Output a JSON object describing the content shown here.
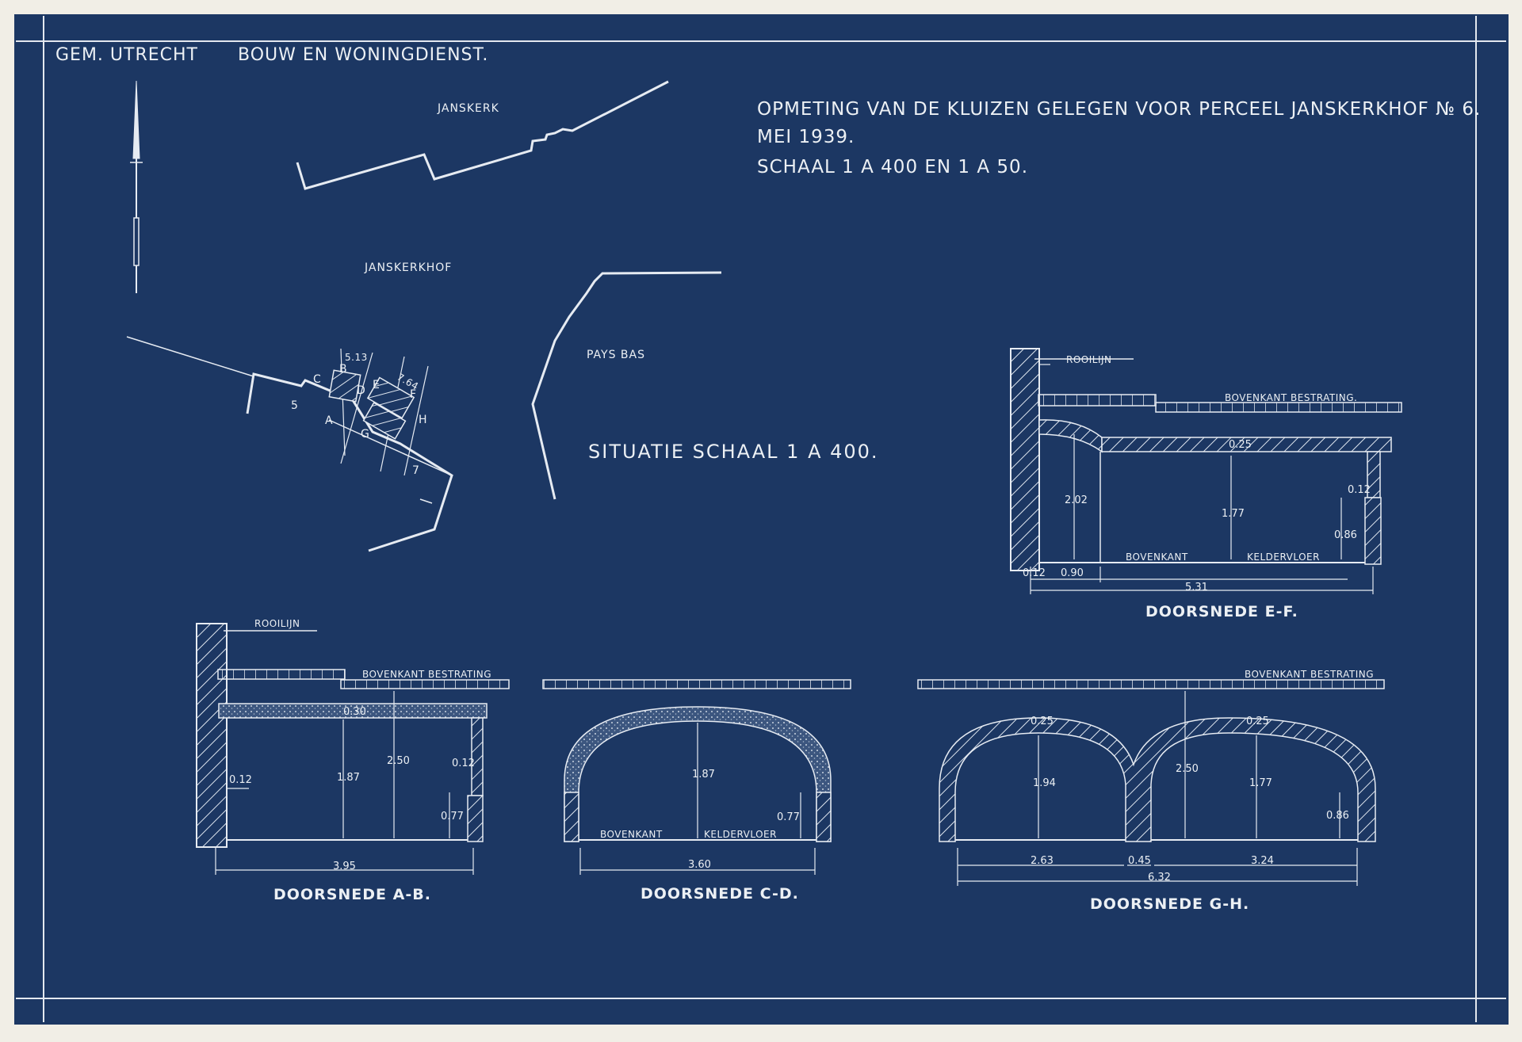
{
  "header": {
    "left": "GEM. UTRECHT",
    "department": "BOUW EN WONINGDIENST."
  },
  "title": {
    "line1": "OPMETING VAN DE KLUIZEN GELEGEN VOOR PERCEEL JANSKERKHOF № 6.",
    "line2": "MEI 1939.",
    "line3": "SCHAAL 1 A 400 EN 1 A 50."
  },
  "site_plan": {
    "labels": {
      "church": "JANSKERK",
      "square": "JANSKERKHOF",
      "building": "PAYS BAS"
    },
    "caption": "SITUATIE SCHAAL 1 A 400.",
    "dims": {
      "d1": "5.13",
      "d2": "7.64"
    },
    "letters": {
      "c": "C",
      "b": "B",
      "d": "D",
      "e": "E",
      "f": "F",
      "h": "H",
      "a": "A",
      "g": "G",
      "n5": "5",
      "n7": "7"
    }
  },
  "section_ef": {
    "caption": "DOORSNEDE E-F.",
    "rooilijn": "ROOILIJN",
    "paving": "BOVENKANT BESTRATING.",
    "floor_left": "BOVENKANT",
    "floor_right": "KELDERVLOER",
    "dims": {
      "a": "0.25",
      "b": "2.02",
      "c": "1.77",
      "d": "0.12",
      "e": "0.86",
      "f": "0.12",
      "g": "0.90",
      "h": "5.31"
    }
  },
  "section_ab": {
    "caption": "DOORSNEDE A-B.",
    "rooilijn": "ROOILIJN",
    "paving": "BOVENKANT BESTRATING",
    "dims": {
      "a": "0.30",
      "b": "1.87",
      "c": "2.50",
      "d": "0.12",
      "e": "0.12",
      "f": "0.77",
      "g": "3.95"
    }
  },
  "section_cd": {
    "caption": "DOORSNEDE C-D.",
    "floor_left": "BOVENKANT",
    "floor_right": "KELDERVLOER",
    "dims": {
      "a": "1.87",
      "b": "0.77",
      "c": "3.60"
    }
  },
  "section_gh": {
    "caption": "DOORSNEDE G-H.",
    "paving": "BOVENKANT BESTRATING",
    "dims": {
      "a": "0.25",
      "b": "0.25",
      "c": "1.94",
      "d": "2.50",
      "e": "1.77",
      "f": "0.86",
      "g": "2.63",
      "h": "0.45",
      "i": "3.24",
      "j": "6.32"
    }
  },
  "colors": {
    "blueprint": "#1c3763",
    "line": "#e6ebf2",
    "paper": "#f1eee6"
  }
}
